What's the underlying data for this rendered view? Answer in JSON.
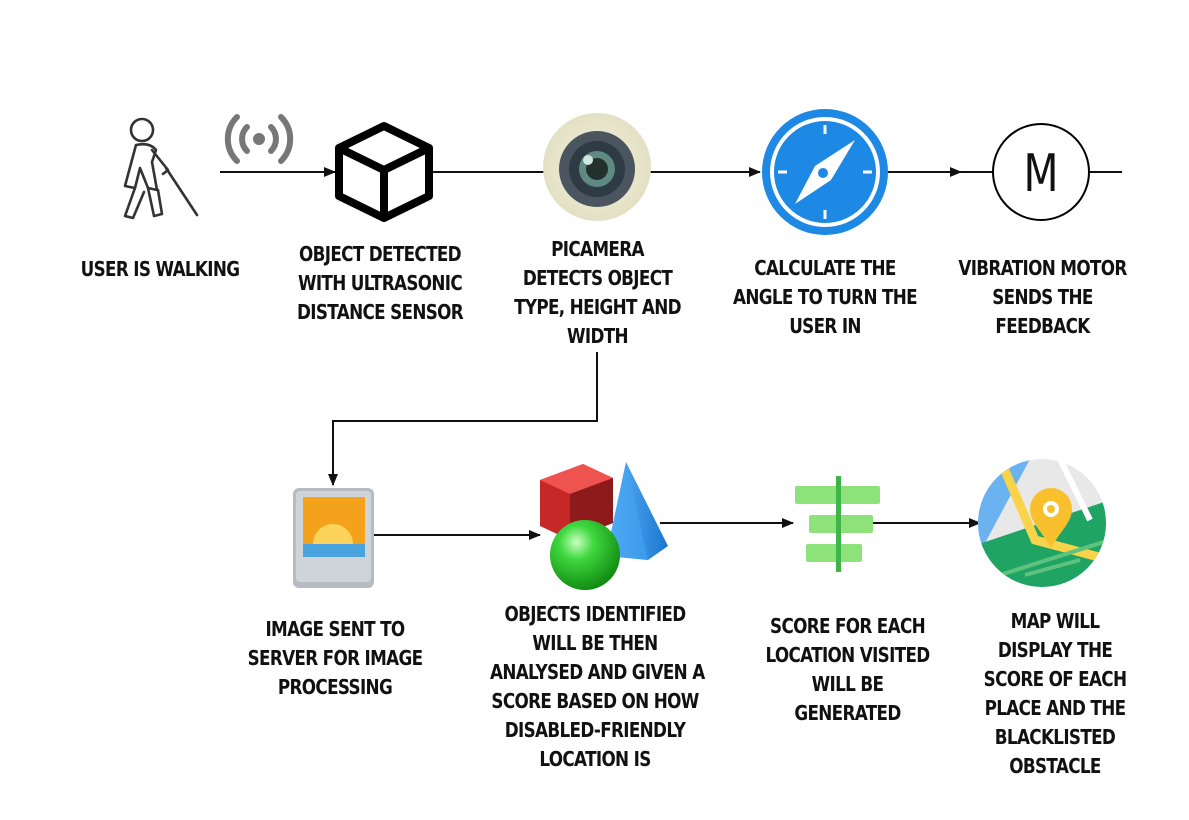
{
  "steps_row1": [
    {
      "id": "walking",
      "icon": "blind-person-with-cane-icon",
      "label": [
        "USER IS WALKING"
      ]
    },
    {
      "id": "ultrasonic",
      "icon": "cube-icon",
      "label": [
        "OBJECT DETECTED",
        "WITH ULTRASONIC",
        "DISTANCE SENSOR"
      ]
    },
    {
      "id": "picamera",
      "icon": "camera-lens-icon",
      "label": [
        "PICAMERA",
        "DETECTS OBJECT",
        "TYPE, HEIGHT AND",
        "WIDTH"
      ]
    },
    {
      "id": "angle",
      "icon": "compass-icon",
      "label": [
        "CALCULATE THE",
        "ANGLE TO TURN THE",
        "USER IN"
      ]
    },
    {
      "id": "vibration",
      "icon": "motor-icon",
      "motor_letter": "M",
      "label": [
        "VIBRATION MOTOR",
        "SENDS THE",
        "FEEDBACK"
      ]
    }
  ],
  "steps_row2": [
    {
      "id": "image",
      "icon": "image-photo-icon",
      "label": [
        "IMAGE SENT TO",
        "SERVER FOR IMAGE",
        "PROCESSING"
      ]
    },
    {
      "id": "objects",
      "icon": "3d-shapes-icon",
      "label": [
        "OBJECTS IDENTIFIED",
        "WILL BE THEN",
        "ANALYSED AND GIVEN A",
        "SCORE BASED ON HOW",
        "DISABLED-FRIENDLY",
        "LOCATION IS"
      ]
    },
    {
      "id": "score",
      "icon": "score-bars-icon",
      "label": [
        "SCORE FOR EACH",
        "LOCATION VISITED",
        "WILL BE",
        "GENERATED"
      ]
    },
    {
      "id": "map",
      "icon": "map-pin-icon",
      "label": [
        "MAP WILL",
        "DISPLAY THE",
        "SCORE OF EACH",
        "PLACE AND THE",
        "BLACKLISTED",
        "OBSTACLE"
      ]
    }
  ],
  "decor": {
    "signal_icon": "wireless-signal-icon"
  },
  "colors": {
    "compass_blue": "#1e88e5",
    "pin_yellow": "#f9c02e",
    "map_green": "#1fa463",
    "bar_green": "#8ee27a",
    "cube_red": "#d32f2f",
    "cone_blue": "#1e88e5",
    "sphere_green": "#32c832"
  }
}
